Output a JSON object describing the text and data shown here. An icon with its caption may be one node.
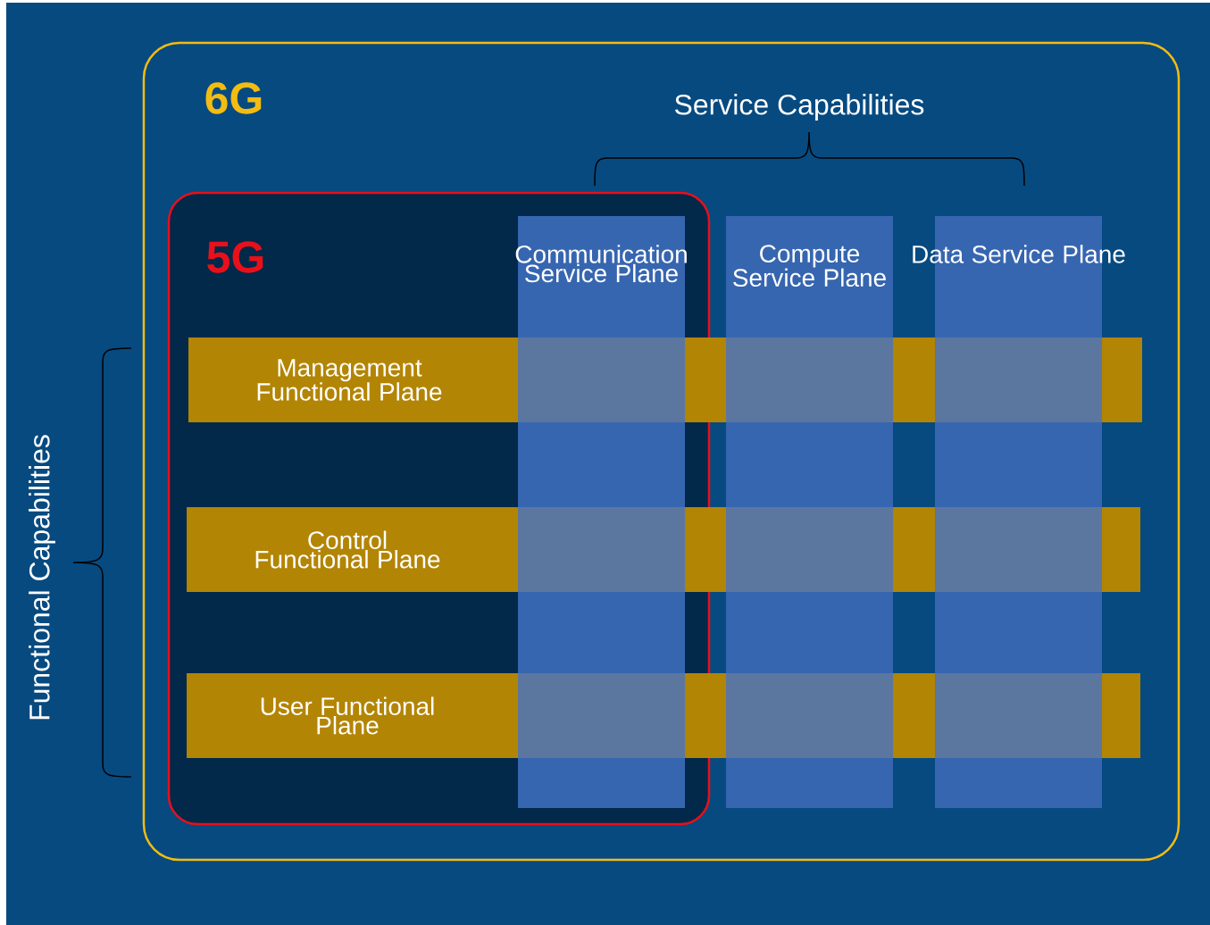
{
  "diagram": {
    "nodes": [
      {
        "text": [
          "6G"
        ]
      },
      {
        "text": [
          "5G"
        ],
        "in": 0
      },
      {
        "text": [
          "Communication Service Plane"
        ],
        "in": 1
      },
      {
        "text": [
          "Compute Service Plane"
        ],
        "in": 0
      },
      {
        "text": [
          "Data Service Plane"
        ],
        "in": 0
      },
      {
        "text": [
          "Management Functional Plane"
        ],
        "in": 0
      },
      {
        "text": [
          "Control Functional Plane"
        ],
        "in": 0
      },
      {
        "text": [
          "User Functional Plane"
        ],
        "in": 0
      }
    ],
    "labels": [
      "Service Capabilities",
      "Functional Capabilities"
    ]
  }
}
